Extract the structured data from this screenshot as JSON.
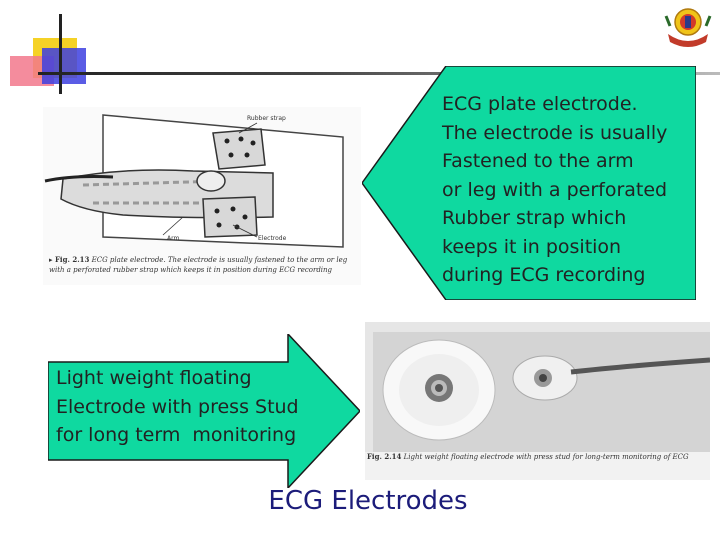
{
  "slide": {
    "title": "ECG Electrodes"
  },
  "callouts": {
    "plate": {
      "text": "ECG plate electrode.\nThe electrode is usually\nFastened to the arm\nor leg with a perforated\nRubber strap which\nkeeps it in position\nduring ECG recording",
      "fill": "#0fd9a0"
    },
    "floating": {
      "text": "Light weight floating\nElectrode with press Stud\nfor long term  monitoring",
      "fill": "#0fd9a0"
    }
  },
  "figures": {
    "plate": {
      "label_strap": "Rubber strap",
      "label_arm": "Arm",
      "label_electrode": "Electrode",
      "caption_num": "Fig. 2.13",
      "caption_text": "ECG plate electrode. The electrode is usually fastened to the arm or leg with a perforated rubber strap which keeps it in position during ECG recording"
    },
    "floating": {
      "caption_num": "Fig. 2.14",
      "caption_text": "Light weight floating electrode with press stud for long-term monitoring of ECG"
    }
  },
  "colors": {
    "title": "#1c1c7a",
    "callout_fill": "#0fd9a0",
    "accent_yellow": "#f5d226",
    "accent_pink": "#f2788c",
    "accent_blue": "#3d3fe0"
  },
  "icons": {
    "logo": "institution-crest-icon"
  }
}
